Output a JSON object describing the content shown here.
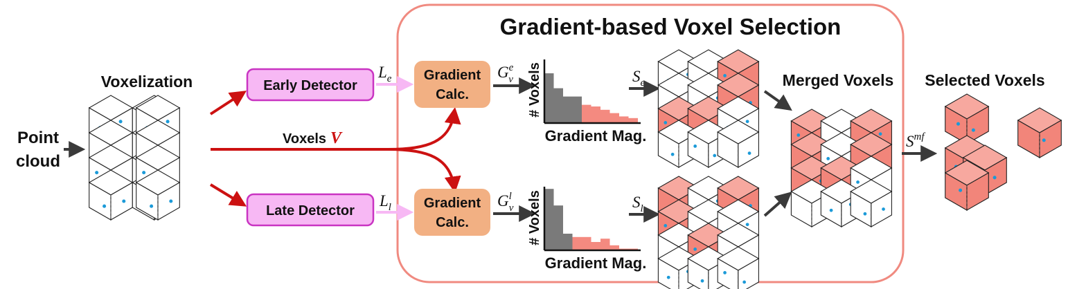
{
  "title": "Gradient-based Voxel Selection",
  "labels": {
    "point_cloud_line1": "Point",
    "point_cloud_line2": "cloud",
    "voxelization": "Voxelization",
    "voxels": "Voxels",
    "voxels_symbol": "V",
    "merged_voxels": "Merged Voxels",
    "selected_voxels": "Selected Voxels"
  },
  "detectors": {
    "early": "Early Detector",
    "late": "Late Detector"
  },
  "gradient_calc": {
    "line1": "Gradient",
    "line2": "Calc."
  },
  "symbols": {
    "loss_early_base": "L",
    "loss_early_sub": "e",
    "loss_late_base": "L",
    "loss_late_sub": "l",
    "grad_early_base": "G",
    "grad_early_sub": "v",
    "grad_early_sup": "e",
    "grad_late_base": "G",
    "grad_late_sub": "v",
    "grad_late_sup": "l",
    "sel_early_base": "S",
    "sel_early_sub": "e",
    "sel_late_base": "S",
    "sel_late_sub": "l",
    "sel_merged_base": "S",
    "sel_merged_sup": "mf"
  },
  "chart_data": [
    {
      "type": "bar",
      "ylabel": "# Voxels",
      "xlabel": "Gradient Mag.",
      "values": [
        60,
        42,
        32,
        32,
        22,
        20,
        16,
        12,
        8,
        6
      ],
      "highlight_from": 4,
      "colors": {
        "low": "#7a7a7a",
        "high": "#f48a80"
      }
    },
    {
      "type": "bar",
      "ylabel": "# Voxels",
      "xlabel": "Gradient Mag.",
      "values": [
        74,
        54,
        20,
        16,
        16,
        10,
        14,
        6,
        2,
        2
      ],
      "highlight_from": 3,
      "colors": {
        "low": "#7a7a7a",
        "high": "#f48a80"
      }
    }
  ],
  "colors": {
    "frame": "#f08a80",
    "detector_fill": "#f7b8f4",
    "detector_stroke": "#c934c2",
    "gradcalc_fill": "#f2b083",
    "arrow_red": "#cc1111",
    "arrow_gray": "#3a3a3a",
    "arrow_pink": "#f7b8f4",
    "voxel_red": "#f2857a",
    "dot_blue": "#1b9ad8"
  }
}
